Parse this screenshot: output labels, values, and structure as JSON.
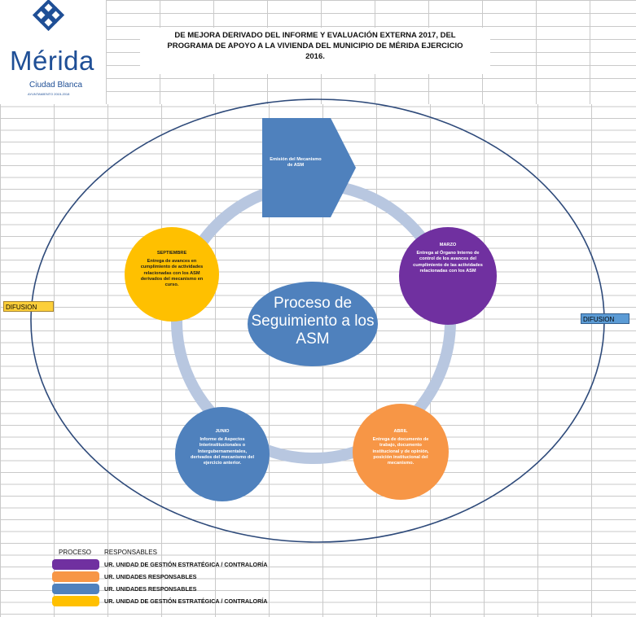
{
  "logo": {
    "name": "Mérida",
    "tagline": "Ciudad Blanca",
    "small_text": "AYUNTAMIENTO 2015-2018"
  },
  "title": {
    "line1": "DE MEJORA DERIVADO DEL INFORME Y EVALUACIÓN EXTERNA 2017, DEL",
    "line2": "PROGRAMA DE APOYO A LA VIVIENDA DEL MUNICIPIO DE MÉRIDA EJERCICIO",
    "line3": "2016."
  },
  "side_labels": {
    "left": "DIFUSION",
    "right": "DIFUSION"
  },
  "center": {
    "text": "Proceso de Seguimiento a los ASM"
  },
  "steps": [
    {
      "id": "emision",
      "heading": "",
      "text": "Emisión del Mecanismo de ASM",
      "color": "#4f81bd"
    },
    {
      "id": "marzo",
      "heading": "MARZO",
      "text": "Entrega al Órgano Interno de control de los avances del cumplimiento de las actividades relacionadas con los ASM",
      "color": "#7030a0"
    },
    {
      "id": "abril",
      "heading": "ABRIL",
      "text": "Entrega de documento de trabajo, documento institucional y de opinión, posición institucional del mecanismo.",
      "color": "#f79646"
    },
    {
      "id": "junio",
      "heading": "JUNIO",
      "text": "Informe de Aspectos Interinstitucionales o Intergubernamentales, derivados del mecanismo del ejercicio anterior.",
      "color": "#4f81bd"
    },
    {
      "id": "septiembre",
      "heading": "SEPTIEMBRE",
      "text": "Entrega de avances en cumplimiento de actividades relacionadas con los ASM derivados del mecanismo en curso.",
      "color": "#ffc000"
    }
  ],
  "legend": {
    "header_proceso": "PROCESO",
    "header_responsables": "RESPONSABLES",
    "rows": [
      {
        "color": "#7030a0",
        "text": "UR. UNIDAD DE GESTIÓN ESTRATÉGICA / CONTRALORÍA"
      },
      {
        "color": "#f79646",
        "text": "UR. UNIDADES RESPONSABLES"
      },
      {
        "color": "#4f81bd",
        "text": "UR. UNIDADES RESPONSABLES"
      },
      {
        "color": "#ffc000",
        "text": "UR. UNIDAD DE GESTIÓN ESTRATÉGICA / CONTRALORÍA"
      }
    ]
  }
}
